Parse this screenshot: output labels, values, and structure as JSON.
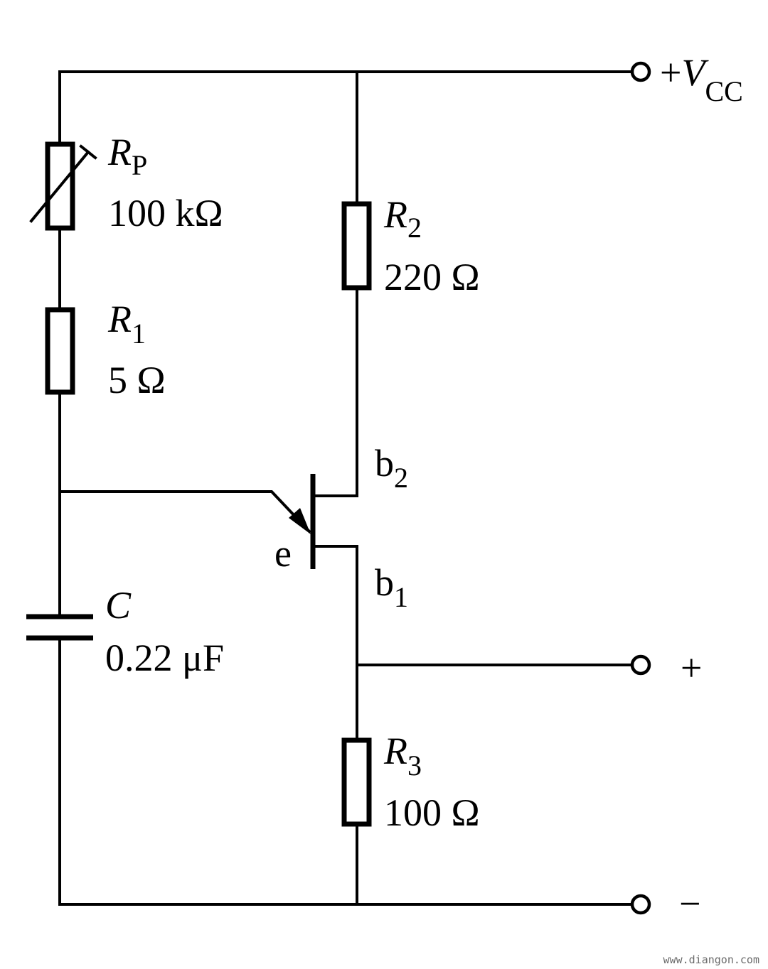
{
  "vcc": {
    "sign": "+",
    "sym": "V",
    "sub": "CC"
  },
  "rp": {
    "sym": "R",
    "sub": "P",
    "value": "100 kΩ"
  },
  "r1": {
    "sym": "R",
    "sub": "1",
    "value": "5 Ω"
  },
  "r2": {
    "sym": "R",
    "sub": "2",
    "value": "220 Ω"
  },
  "r3": {
    "sym": "R",
    "sub": "3",
    "value": "100 Ω"
  },
  "cap": {
    "sym": "C",
    "value": "0.22 μF"
  },
  "ujt": {
    "emitter": "e",
    "b2": {
      "sym": "b",
      "sub": "2"
    },
    "b1": {
      "sym": "b",
      "sub": "1"
    }
  },
  "output": {
    "plus": "+",
    "minus": "−"
  },
  "watermark": "www.diangon.com"
}
